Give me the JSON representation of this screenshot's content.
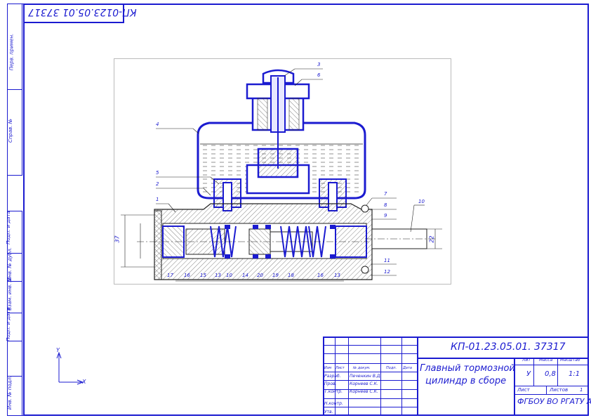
{
  "drawing_code": "КП-01.23.05.01. 37317",
  "drawing_code_rotated": "КП-0123.05.01 37317",
  "title_lines": [
    "Главный тормозной",
    "цилиндр в сборе"
  ],
  "organization": "ФГБОУ ВО РГАТУ АВФ",
  "stamp_headers": {
    "lit": "Лит",
    "mass": "Масса",
    "scale": "Масштаб",
    "sheet": "Лист",
    "sheets": "Листов"
  },
  "stamp_values": {
    "lit": "У",
    "mass": "0,8",
    "scale": "1:1",
    "sheets": "1"
  },
  "revision_header": [
    "Изм",
    "Лист",
    "№ докум.",
    "Подп.",
    "Дата"
  ],
  "signatures": [
    {
      "role": "Разраб.",
      "name": "Печенкин В.Д."
    },
    {
      "role": "Пров.",
      "name": "Корнеев С.К."
    },
    {
      "role": "Т.контр.",
      "name": "Корнеев С.К."
    },
    {
      "role": "Н.контр.",
      "name": ""
    },
    {
      "role": "Утв.",
      "name": ""
    }
  ],
  "side_labels": [
    "Перв. примен.",
    "Справ. №",
    "Подп. и дата",
    "Инв. № дубл.",
    "Взам. инв. №",
    "Подп. и дата",
    "Инв. № подл."
  ],
  "part_labels_left": [
    "3",
    "6",
    "4",
    "5",
    "2",
    "1"
  ],
  "part_labels_right": [
    "7",
    "8",
    "9",
    "10",
    "11",
    "12"
  ],
  "bottom_labels": [
    "17",
    "16",
    "15",
    "13",
    "10",
    "14",
    "20",
    "19",
    "18",
    "16",
    "13"
  ],
  "dimensions": {
    "left": "37",
    "right": "22"
  },
  "axis": {
    "x": "X",
    "y": "Y"
  }
}
